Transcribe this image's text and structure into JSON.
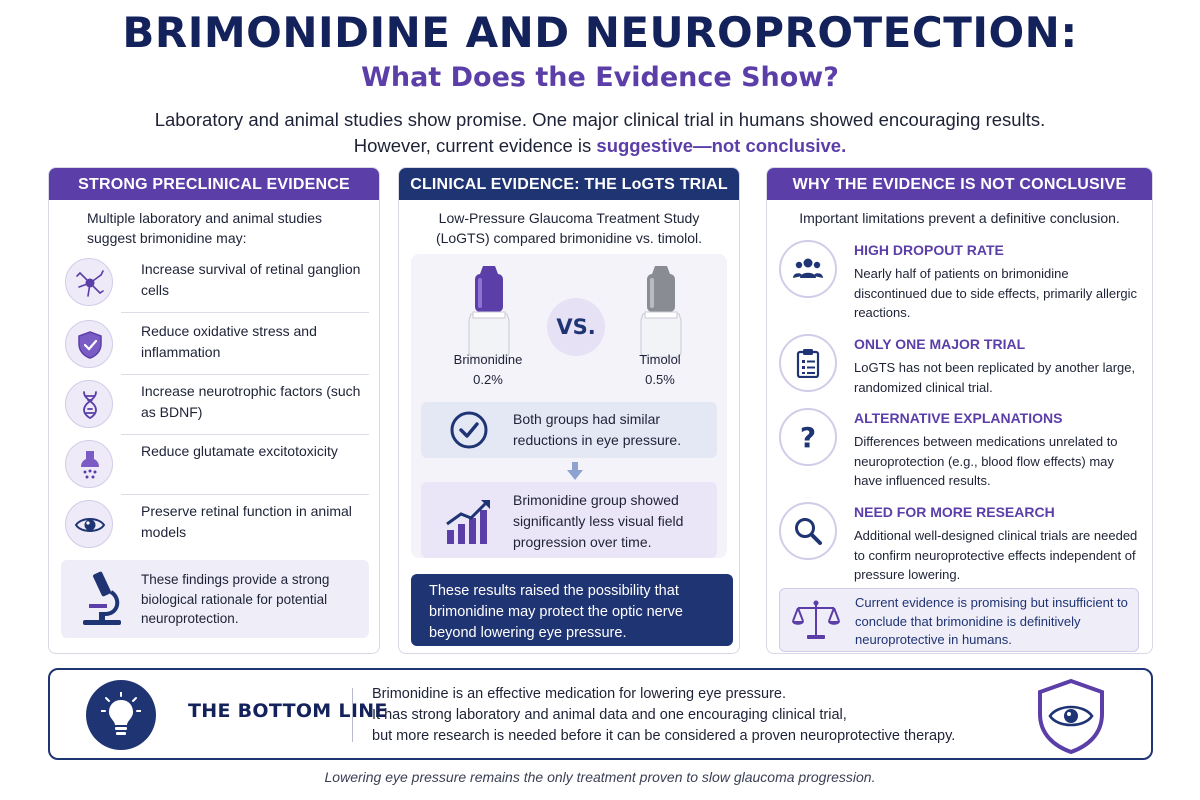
{
  "header": {
    "title": "BRIMONIDINE AND NEUROPROTECTION:",
    "subtitle": "What Does the Evidence Show?",
    "intro_line1": "Laboratory and animal studies show promise. One major clinical trial in humans showed encouraging results.",
    "intro_line2_prefix": "However, current evidence is ",
    "intro_line2_highlight": "suggestive—not conclusive."
  },
  "preclinical": {
    "heading": "STRONG PRECLINICAL EVIDENCE",
    "intro": "Multiple laboratory and animal studies suggest brimonidine may:",
    "items": [
      {
        "icon": "neuron-icon",
        "text": "Increase survival of retinal ganglion cells"
      },
      {
        "icon": "shield-check-icon",
        "text": "Reduce oxidative stress and inflammation"
      },
      {
        "icon": "dna-icon",
        "text": "Increase neurotrophic factors (such as BDNF)"
      },
      {
        "icon": "synapse-icon",
        "text": "Reduce glutamate excitotoxicity"
      },
      {
        "icon": "eye-icon",
        "text": "Preserve retinal function in animal models"
      }
    ],
    "note": "These findings provide a strong biological rationale for potential neuroprotection."
  },
  "clinical": {
    "heading": "CLINICAL EVIDENCE: THE LoGTS TRIAL",
    "intro": "Low-Pressure Glaucoma Treatment Study (LoGTS) compared brimonidine vs. timolol.",
    "drug_a": {
      "name": "Brimonidine",
      "dose": "0.2%",
      "cap_color": "#5b3ea8"
    },
    "vs_label": "VS.",
    "drug_b": {
      "name": "Timolol",
      "dose": "0.5%",
      "cap_color": "#8a8c94"
    },
    "finding1": "Both groups had similar reductions in eye pressure.",
    "finding2": "Brimonidine group showed significantly less visual field progression over time.",
    "conclusion": "These results raised the possibility that brimonidine may protect the optic nerve beyond lowering eye pressure."
  },
  "limitations": {
    "heading": "WHY THE EVIDENCE IS NOT CONCLUSIVE",
    "intro": "Important limitations prevent a definitive conclusion.",
    "items": [
      {
        "icon": "people-icon",
        "title": "HIGH DROPOUT RATE",
        "text": "Nearly half of patients on brimonidine discontinued due to side effects, primarily allergic reactions."
      },
      {
        "icon": "clipboard-icon",
        "title": "ONLY ONE MAJOR TRIAL",
        "text": "LoGTS has not been replicated by another large, randomized clinical trial."
      },
      {
        "icon": "question-icon",
        "title": "ALTERNATIVE EXPLANATIONS",
        "text": "Differences between medications unrelated to neuroprotection (e.g., blood flow effects) may have influenced results."
      },
      {
        "icon": "magnifier-icon",
        "title": "NEED FOR MORE RESEARCH",
        "text": "Additional well-designed clinical trials are needed to confirm neuroprotective effects independent of pressure lowering."
      }
    ],
    "note": "Current evidence is promising but insufficient to conclude that brimonidine is definitively neuroprotective in humans."
  },
  "bottom_line": {
    "title": "THE BOTTOM LINE",
    "line1": "Brimonidine is an effective medication for lowering eye pressure.",
    "line2": "It has strong laboratory and animal data and one encouraging clinical trial,",
    "line3": "but more research is needed before it can be considered a proven neuroprotective therapy."
  },
  "footer": "Lowering eye pressure remains the only treatment proven to slow glaucoma progression.",
  "colors": {
    "navy": "#1f3473",
    "purple": "#5b3ea8",
    "lavender": "#efedf8"
  }
}
